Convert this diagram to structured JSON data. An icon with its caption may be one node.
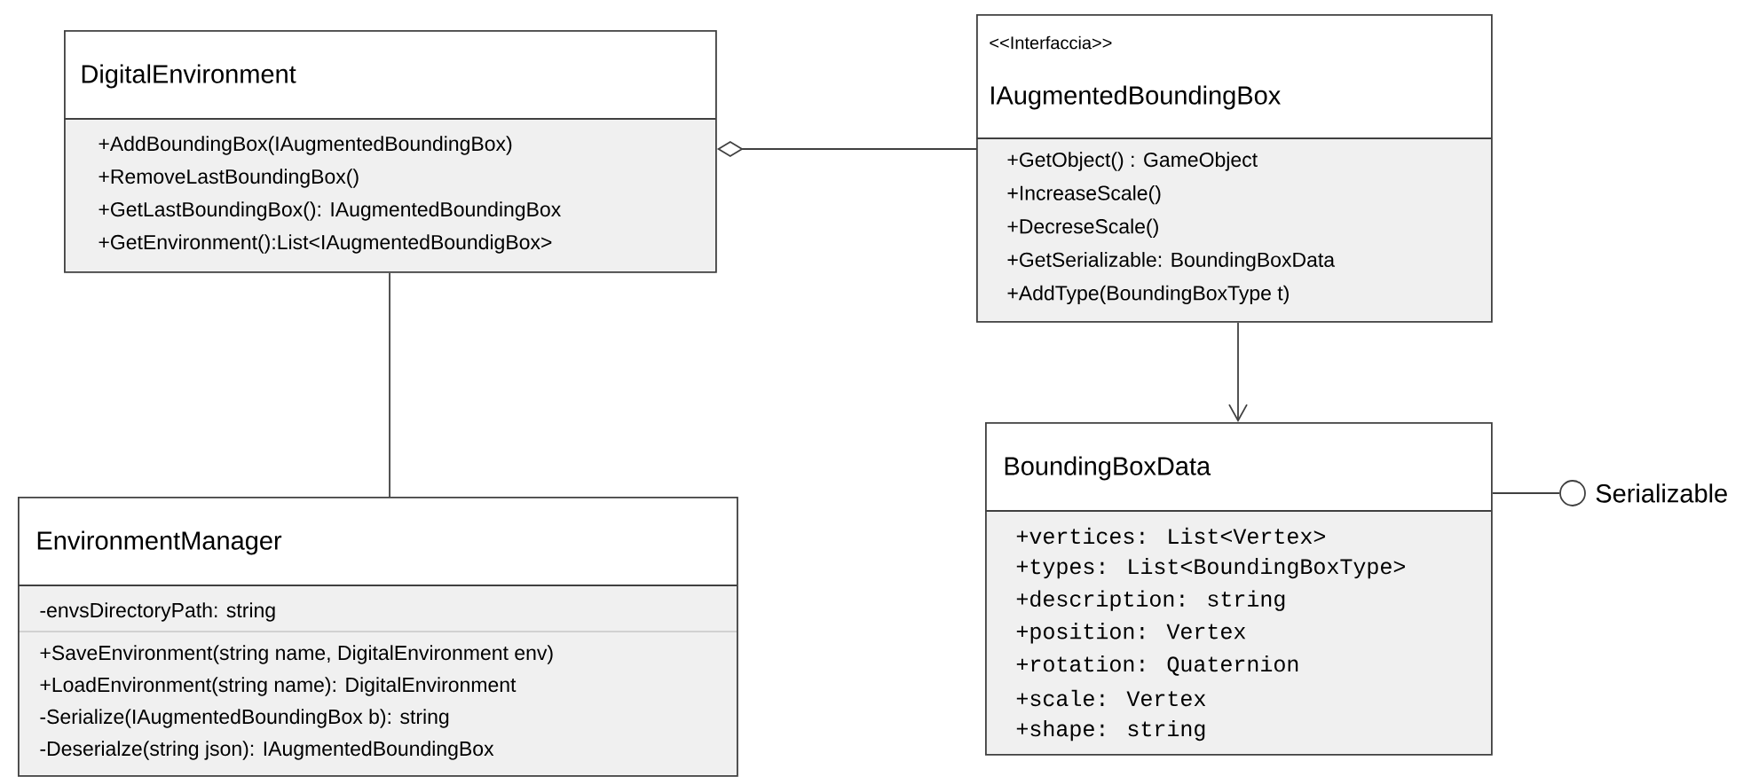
{
  "diagram": {
    "nodes": [
      {
        "text": [
          "DigitalEnvironment",
          "+AddBoundingBox(IAugmentedBoundingBox)",
          "+RemoveLastBoundingBox()",
          "+GetLastBoundingBox(): IAugmentedBoundingBox",
          "+GetEnvironment():List<IAugmentedBoundigBox>"
        ]
      },
      {
        "text": [
          "<<Interfaccia>>",
          "IAugmentedBoundingBox",
          "+GetObject() : GameObject",
          "+IncreaseScale()",
          "+DecreseScale()",
          "+GetSerializable: BoundingBoxData",
          "+AddType(BoundingBoxType t)"
        ]
      },
      {
        "text": [
          "BoundingBoxData",
          "+vertices: List<Vertex>",
          "+types: List<BoundingBoxType>",
          "+description: string",
          "+position: Vertex",
          "+rotation: Quaternion",
          "+scale: Vertex",
          "+shape: string"
        ]
      },
      {
        "text": [],
        "shape": "circle",
        "beside": [
          "Serializable"
        ]
      },
      {
        "text": [
          "EnvironmentManager",
          "-envsDirectoryPath: string",
          "+SaveEnvironment(string name, DigitalEnvironment env)",
          "+LoadEnvironment(string name): DigitalEnvironment",
          "-Serialize(IAugmentedBoundingBox b): string",
          "-Deserialze(string json): IAugmentedBoundingBox"
        ]
      }
    ],
    "edges": [
      {
        "from": 0,
        "to": 1,
        "arrow": "other"
      },
      {
        "from": 0,
        "to": 4,
        "arrow": "none"
      },
      {
        "from": 1,
        "to": 2,
        "arrow": "to"
      },
      {
        "from": 2,
        "to": 3,
        "arrow": "none"
      }
    ]
  }
}
